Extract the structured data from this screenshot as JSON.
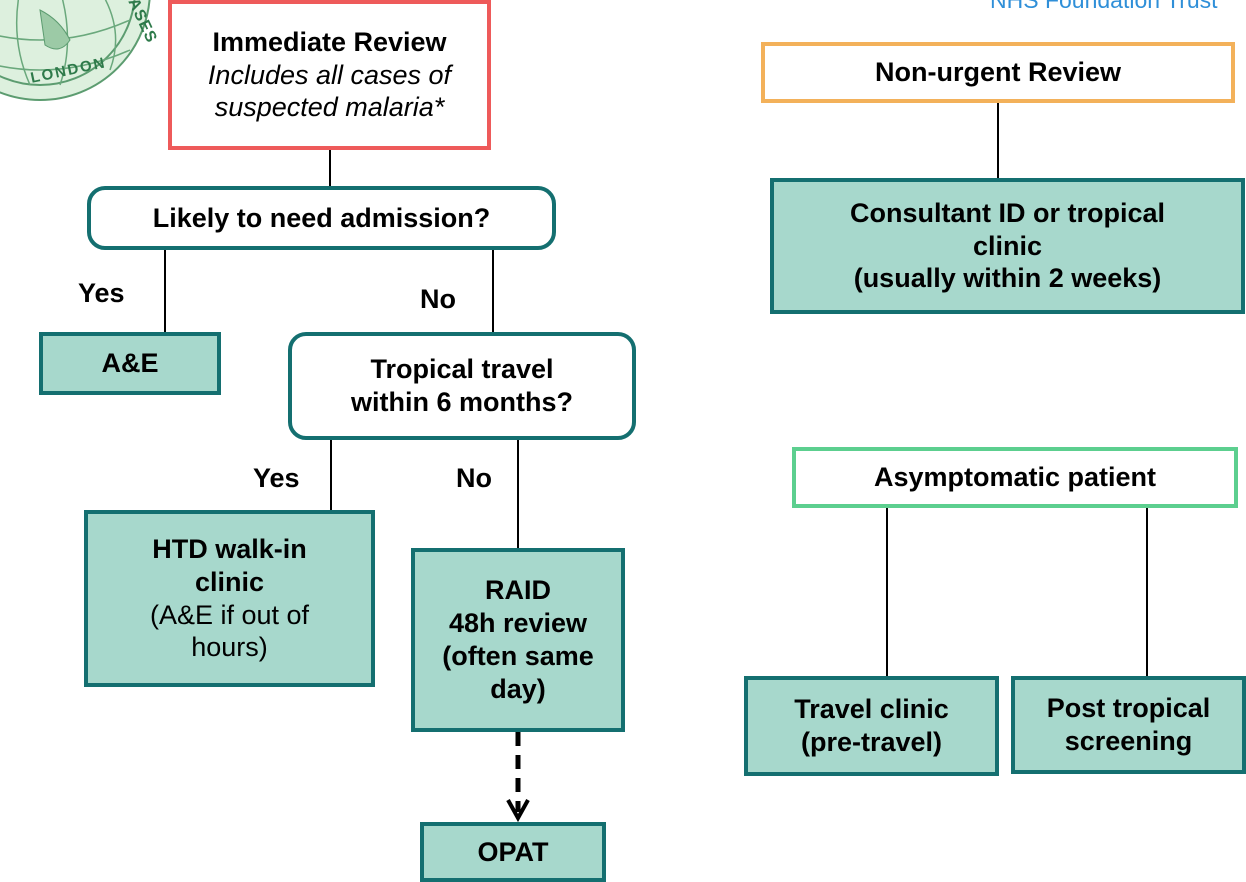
{
  "header": {
    "trust_name": "NHS Foundation Trust"
  },
  "logo": {
    "text_fragment": "ASES",
    "city": "LONDON"
  },
  "colors": {
    "teal_fill": "#a7d8cc",
    "teal_border": "#146f70",
    "immediate_border": "#ee5a5a",
    "nonurgent_border": "#f3b15a",
    "asymptomatic_border": "#5ccf8f",
    "header_blue": "#2f8fd8"
  },
  "immediate": {
    "title": "Immediate Review",
    "line1": "Includes all cases of",
    "line2": "suspected malaria*"
  },
  "admission": {
    "question": "Likely to need admission?"
  },
  "labels": {
    "yes1": "Yes",
    "no1": "No",
    "yes2": "Yes",
    "no2": "No"
  },
  "ae": {
    "label": "A&E"
  },
  "tropical": {
    "line1": "Tropical travel",
    "line2": "within 6 months?"
  },
  "htd": {
    "line1": "HTD walk-in",
    "line2": "clinic",
    "line3": "(A&E if out of",
    "line4": "hours)"
  },
  "raid": {
    "line1": "RAID",
    "line2": "48h review",
    "line3": "(often same",
    "line4": "day)"
  },
  "opat": {
    "label": "OPAT"
  },
  "nonurgent": {
    "title": "Non-urgent Review"
  },
  "consultant": {
    "line1": "Consultant ID or tropical",
    "line2": "clinic",
    "line3": "(usually within 2 weeks)"
  },
  "asymptomatic": {
    "title": "Asymptomatic patient"
  },
  "travel_clinic": {
    "line1": "Travel clinic",
    "line2": "(pre-travel)"
  },
  "post_tropical": {
    "line1": "Post tropical",
    "line2": "screening"
  }
}
